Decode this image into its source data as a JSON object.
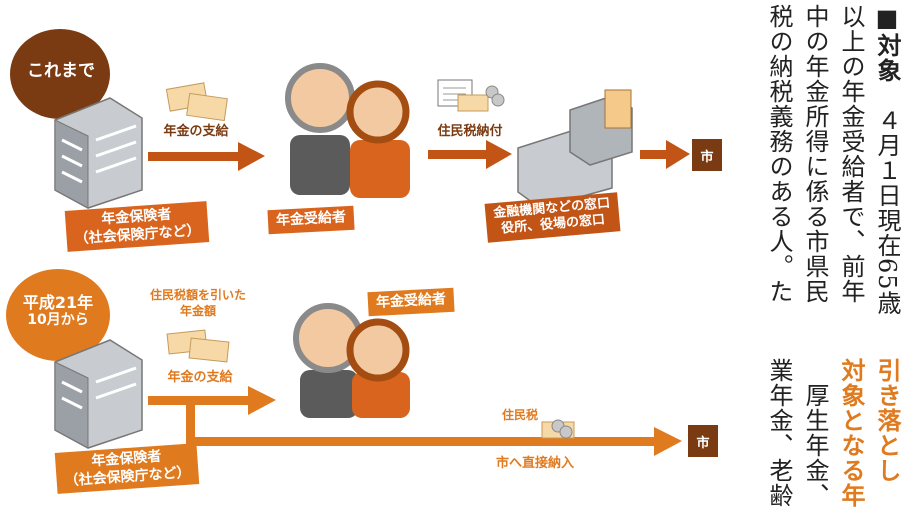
{
  "top_flow": {
    "era_label": "これまで",
    "payer_label_1": "年金保険者",
    "payer_label_2": "（社会保険庁など）",
    "arrow1_label": "年金の支給",
    "recipient_label": "年金受給者",
    "arrow2_label": "住民税納付",
    "window_label_1": "金融機関などの窓口",
    "window_label_2": "役所、役場の窓口",
    "city_label": "市"
  },
  "bottom_flow": {
    "era_label_1": "平成21年",
    "era_label_2": "10月から",
    "payer_label_1": "年金保険者",
    "payer_label_2": "（社会保険庁など）",
    "note_1": "住民税額を引いた",
    "note_2": "年金額",
    "arrow1_label": "年金の支給",
    "recipient_label": "年金受給者",
    "tax_label": "住民税",
    "direct_label": "市へ直接納入",
    "city_label": "市"
  },
  "article": {
    "col1_mark": "■",
    "col1_head": "対象",
    "col1_text": "　４月１日現在65歳",
    "col2": "以上の年金受給者で、前年",
    "col3": "中の年金所得に係る市県民",
    "col4": "税の納税義務のある人。た",
    "col5_head": "引き落とし",
    "col6_head": "対象となる年",
    "col7_text": "　厚生年金、",
    "col8_text": "業年金、老齢"
  },
  "colors": {
    "accent_orange": "#e07a1f",
    "dark_brown": "#7a3b12",
    "tag_orange": "#d9641e"
  }
}
